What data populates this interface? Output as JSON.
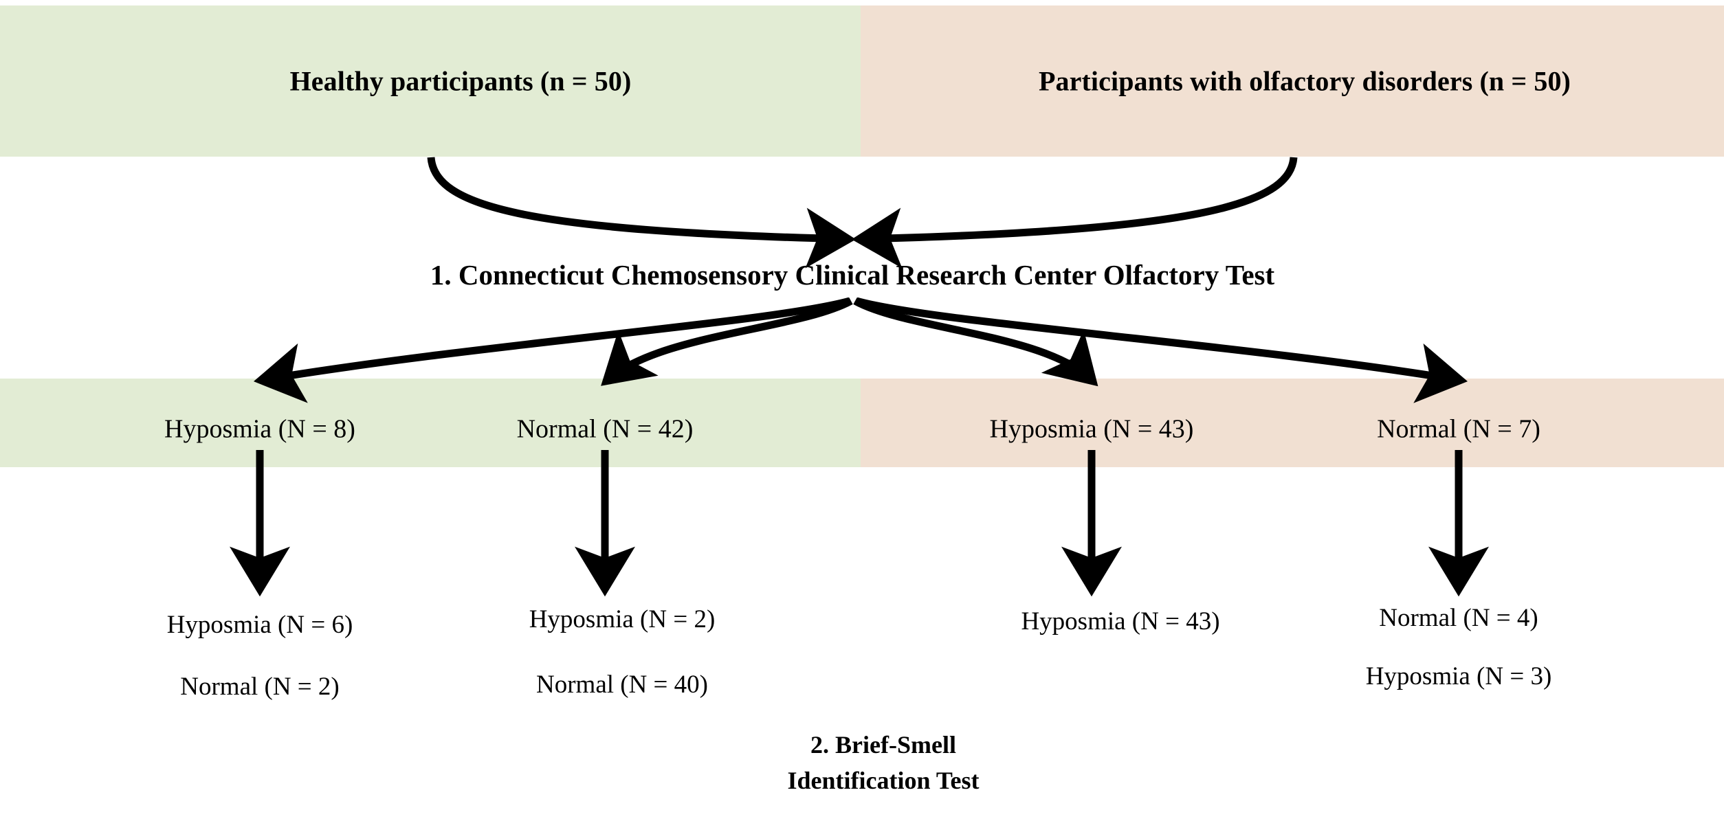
{
  "colors": {
    "healthy_band": "#e2ecd4",
    "disorder_band": "#f1e0d2",
    "arrow": "#000000",
    "background": "#ffffff"
  },
  "groups": {
    "healthy": "Healthy participants (n = 50)",
    "disorder": "Participants with olfactory disorders (n = 50)"
  },
  "tests": {
    "test1": "1. Connecticut Chemosensory Clinical Research Center Olfactory Test",
    "test2": "2. Brief-Smell Identification Test"
  },
  "level1": [
    {
      "label": "Hyposmia (N = 8)",
      "group": "healthy",
      "outcome": "Hyposmia",
      "n": 8
    },
    {
      "label": "Normal (N = 42)",
      "group": "healthy",
      "outcome": "Normal",
      "n": 42
    },
    {
      "label": "Hyposmia (N = 43)",
      "group": "disorder",
      "outcome": "Hyposmia",
      "n": 43
    },
    {
      "label": "Normal (N = 7)",
      "group": "disorder",
      "outcome": "Normal",
      "n": 7
    }
  ],
  "level2": [
    {
      "parent": "Hyposmia (N = 8)",
      "lines": [
        "Hyposmia (N = 6)",
        "Normal (N = 2)"
      ]
    },
    {
      "parent": "Normal (N = 42)",
      "lines": [
        "Hyposmia (N = 2)",
        "Normal (N = 40)"
      ]
    },
    {
      "parent": "Hyposmia (N = 43)",
      "lines": [
        "Hyposmia (N = 43)"
      ]
    },
    {
      "parent": "Normal (N = 7)",
      "lines": [
        "Normal (N = 4)",
        "Hyposmia (N = 3)"
      ]
    }
  ],
  "level2_flat": {
    "c0_l0": "Hyposmia (N = 6)",
    "c0_l1": "Normal (N = 2)",
    "c1_l0": "Hyposmia (N = 2)",
    "c1_l1": "Normal (N = 40)",
    "c2_l0": "Hyposmia (N = 43)",
    "c3_l0": "Normal (N = 4)",
    "c3_l1": "Hyposmia (N = 3)"
  }
}
